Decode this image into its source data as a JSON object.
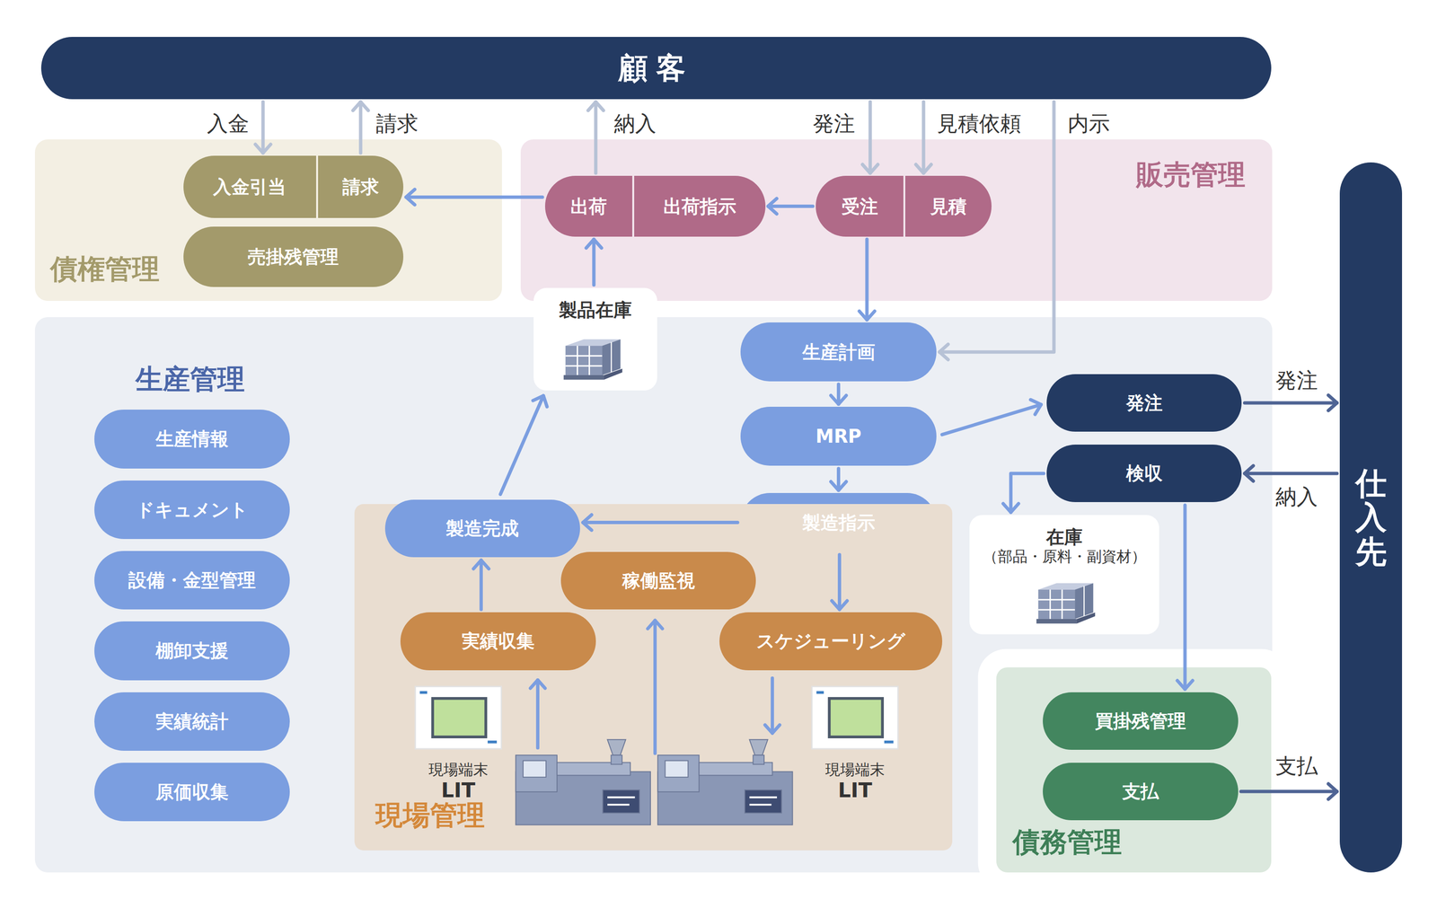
{
  "diagram": {
    "nodes": [
      {
        "text": [
          "顧客"
        ]
      },
      {
        "text": [
          "債権管理"
        ]
      },
      {
        "text": [
          "入金引当"
        ],
        "in": 1
      },
      {
        "text": [
          "請求"
        ],
        "in": 1
      },
      {
        "text": [
          "売掛残管理"
        ],
        "in": 1
      },
      {
        "text": [
          "販売管理"
        ]
      },
      {
        "text": [
          "出荷"
        ],
        "in": 5
      },
      {
        "text": [
          "出荷指示"
        ],
        "in": 5
      },
      {
        "text": [
          "受注"
        ],
        "in": 5
      },
      {
        "text": [
          "見積"
        ],
        "in": 5
      },
      {
        "text": [
          "生産管理"
        ]
      },
      {
        "text": [
          "生産情報"
        ],
        "in": 10
      },
      {
        "text": [
          "ドキュメント"
        ],
        "in": 10
      },
      {
        "text": [
          "設備・金型管理"
        ],
        "in": 10
      },
      {
        "text": [
          "棚卸支援"
        ],
        "in": 10
      },
      {
        "text": [
          "実績統計"
        ],
        "in": 10
      },
      {
        "text": [
          "原価収集"
        ],
        "in": 10
      },
      {
        "text": [
          "製品在庫"
        ],
        "in": 10
      },
      {
        "text": [
          "生産計画"
        ],
        "in": 10
      },
      {
        "text": [
          "MRP"
        ],
        "in": 10
      },
      {
        "text": [
          "製造指示"
        ],
        "in": 10
      },
      {
        "text": [
          "発注"
        ],
        "in": 10
      },
      {
        "text": [
          "検収"
        ],
        "in": 10
      },
      {
        "text": [
          "在庫",
          "（部品・原料・副資材）"
        ],
        "in": 10
      },
      {
        "text": [
          "現場管理"
        ],
        "in": 10
      },
      {
        "text": [
          "製造完成"
        ],
        "in": 24
      },
      {
        "text": [
          "稼働監視"
        ],
        "in": 24
      },
      {
        "text": [
          "実績収集"
        ],
        "in": 24
      },
      {
        "text": [
          "スケジューリング"
        ],
        "in": 24
      },
      {
        "text": [
          "現場端末",
          "LIT"
        ],
        "in": 24
      },
      {
        "text": [
          "現場端末",
          "LIT"
        ],
        "in": 24
      },
      {
        "text": [
          "債務管理"
        ]
      },
      {
        "text": [
          "買掛残管理"
        ],
        "in": 31
      },
      {
        "text": [
          "支払"
        ],
        "in": 31
      },
      {
        "text": [
          "仕入先"
        ]
      }
    ],
    "edges": [
      {
        "from": 0,
        "to": 2,
        "label": "入金",
        "arrow": "to"
      },
      {
        "from": 3,
        "to": 0,
        "label": "請求",
        "arrow": "to"
      },
      {
        "from": 6,
        "to": 0,
        "label": "納入",
        "arrow": "to"
      },
      {
        "from": 0,
        "to": 8,
        "label": "発注",
        "arrow": "to"
      },
      {
        "from": 0,
        "to": 9,
        "label": "見積依頼",
        "arrow": "to"
      },
      {
        "from": 0,
        "to": 18,
        "label": "内示",
        "arrow": "to"
      },
      {
        "from": 6,
        "to": 3,
        "arrow": "to"
      },
      {
        "from": 8,
        "to": 7,
        "arrow": "to"
      },
      {
        "from": 8,
        "to": 18,
        "arrow": "to"
      },
      {
        "from": 17,
        "to": 6,
        "arrow": "to"
      },
      {
        "from": 18,
        "to": 19,
        "arrow": "to"
      },
      {
        "from": 19,
        "to": 20,
        "arrow": "to"
      },
      {
        "from": 19,
        "to": 21,
        "arrow": "to"
      },
      {
        "from": 21,
        "to": 34,
        "label": "発注",
        "arrow": "to"
      },
      {
        "from": 34,
        "to": 22,
        "label": "納入",
        "arrow": "to"
      },
      {
        "from": 22,
        "to": 23,
        "arrow": "to"
      },
      {
        "from": 22,
        "to": 32,
        "arrow": "to"
      },
      {
        "from": 33,
        "to": 34,
        "label": "支払",
        "arrow": "to"
      },
      {
        "from": 20,
        "to": 25,
        "arrow": "to"
      },
      {
        "from": 20,
        "to": 28,
        "arrow": "to"
      },
      {
        "from": 27,
        "to": 25,
        "arrow": "to"
      },
      {
        "from": 25,
        "to": 17,
        "arrow": "to"
      }
    ]
  }
}
